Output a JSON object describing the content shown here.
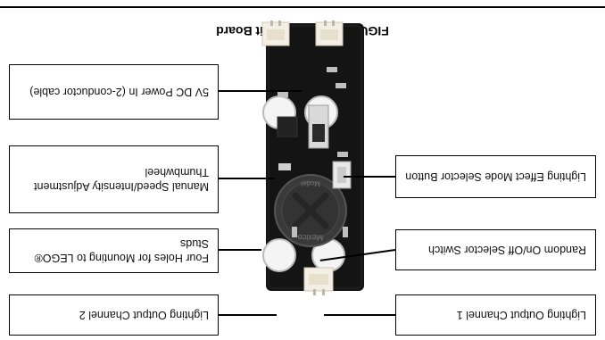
{
  "figure": {
    "title": "FIGURE 1: LEC Circuit Board",
    "theme": {
      "board_color": "#141414",
      "callout_border": "#000000",
      "connector_color": "#f3efe4",
      "knob_color": "#3a3a3a"
    }
  },
  "callouts": {
    "output_ch1": "Lighting Output Channel 1",
    "output_ch2": "Lighting Output Channel 2",
    "on_off_switch": "Random On/Off Selector Switch",
    "mounting_holes": "Four Holes for Mounting to LEGO® Studs",
    "mode_button": "Lighting Effect Mode Selector Button",
    "thumbwheel": "Manual Speed/Intensity Adjustment Thumbwheel",
    "power_in": "5V DC Power In (2-conductor cable)"
  },
  "board_markings": {
    "knob_brand": "Mexico",
    "knob_model": "Model"
  }
}
